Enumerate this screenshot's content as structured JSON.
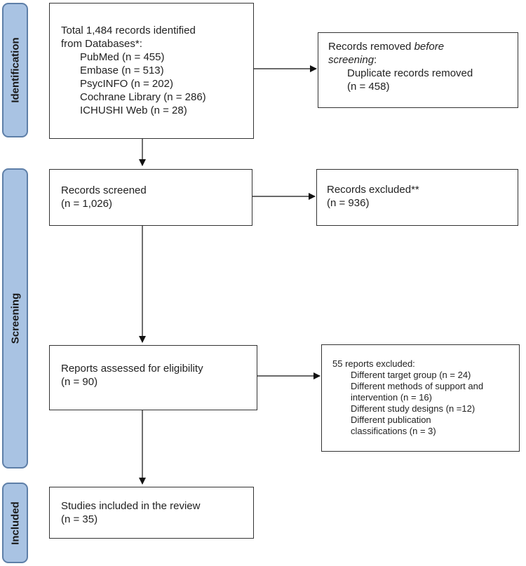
{
  "phases": {
    "identification": "Identification",
    "screening": "Screening",
    "included": "Included"
  },
  "boxes": {
    "identified": {
      "title1": "Total 1,484 records identified",
      "title2": "from Databases*:",
      "items": [
        "PubMed (n = 455)",
        "Embase (n = 513)",
        "PsycINFO (n = 202)",
        "Cochrane Library (n = 286)",
        "ICHUSHI Web (n = 28)"
      ]
    },
    "removed": {
      "prefix": "Records removed ",
      "emph": "before",
      "emph2": "screening",
      "suffix": ":",
      "line2": "Duplicate records removed",
      "line3": "(n = 458)"
    },
    "screened": {
      "line1": "Records screened",
      "line2": "(n = 1,026)"
    },
    "excluded": {
      "line1": "Records excluded**",
      "line2": "(n = 936)"
    },
    "assessed": {
      "line1": "Reports assessed for eligibility",
      "line2": "(n = 90)"
    },
    "reports_excluded": {
      "title": "55 reports excluded:",
      "lines": [
        "Different target group (n = 24)",
        "Different methods of support and",
        "intervention (n = 16)",
        "Different study designs (n =12)",
        "Different publication",
        "classifications (n = 3)"
      ]
    },
    "included": {
      "line1": "Studies included in the review",
      "line2": "(n = 35)"
    }
  }
}
